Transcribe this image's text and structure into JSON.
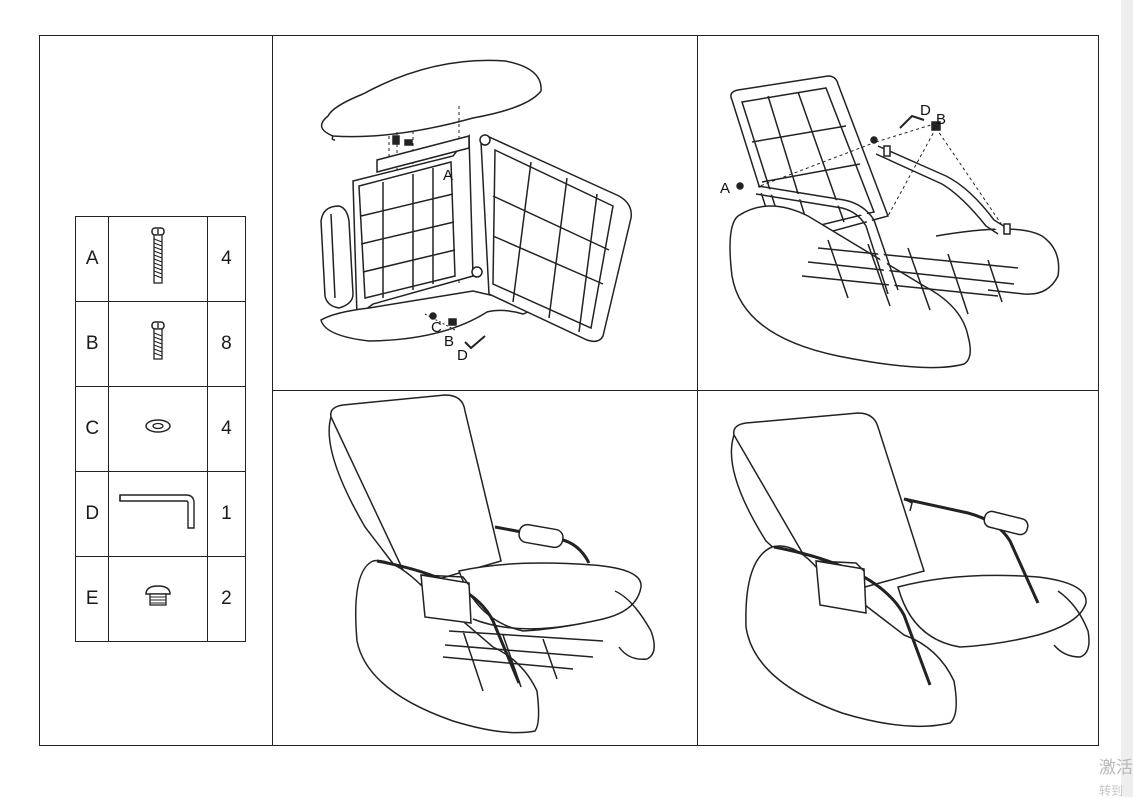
{
  "parts_table": [
    {
      "label": "A",
      "icon": "long-screw-icon",
      "qty": "4"
    },
    {
      "label": "B",
      "icon": "short-screw-icon",
      "qty": "8"
    },
    {
      "label": "C",
      "icon": "washer-icon",
      "qty": "4"
    },
    {
      "label": "D",
      "icon": "allen-key-icon",
      "qty": "1"
    },
    {
      "label": "E",
      "icon": "end-cap-icon",
      "qty": "2"
    }
  ],
  "step1": {
    "callouts": [
      "A",
      "C",
      "B",
      "D"
    ]
  },
  "step2": {
    "callouts": [
      "A",
      "D",
      "B"
    ]
  },
  "watermark": {
    "line1": "激活",
    "line2": "转到"
  }
}
